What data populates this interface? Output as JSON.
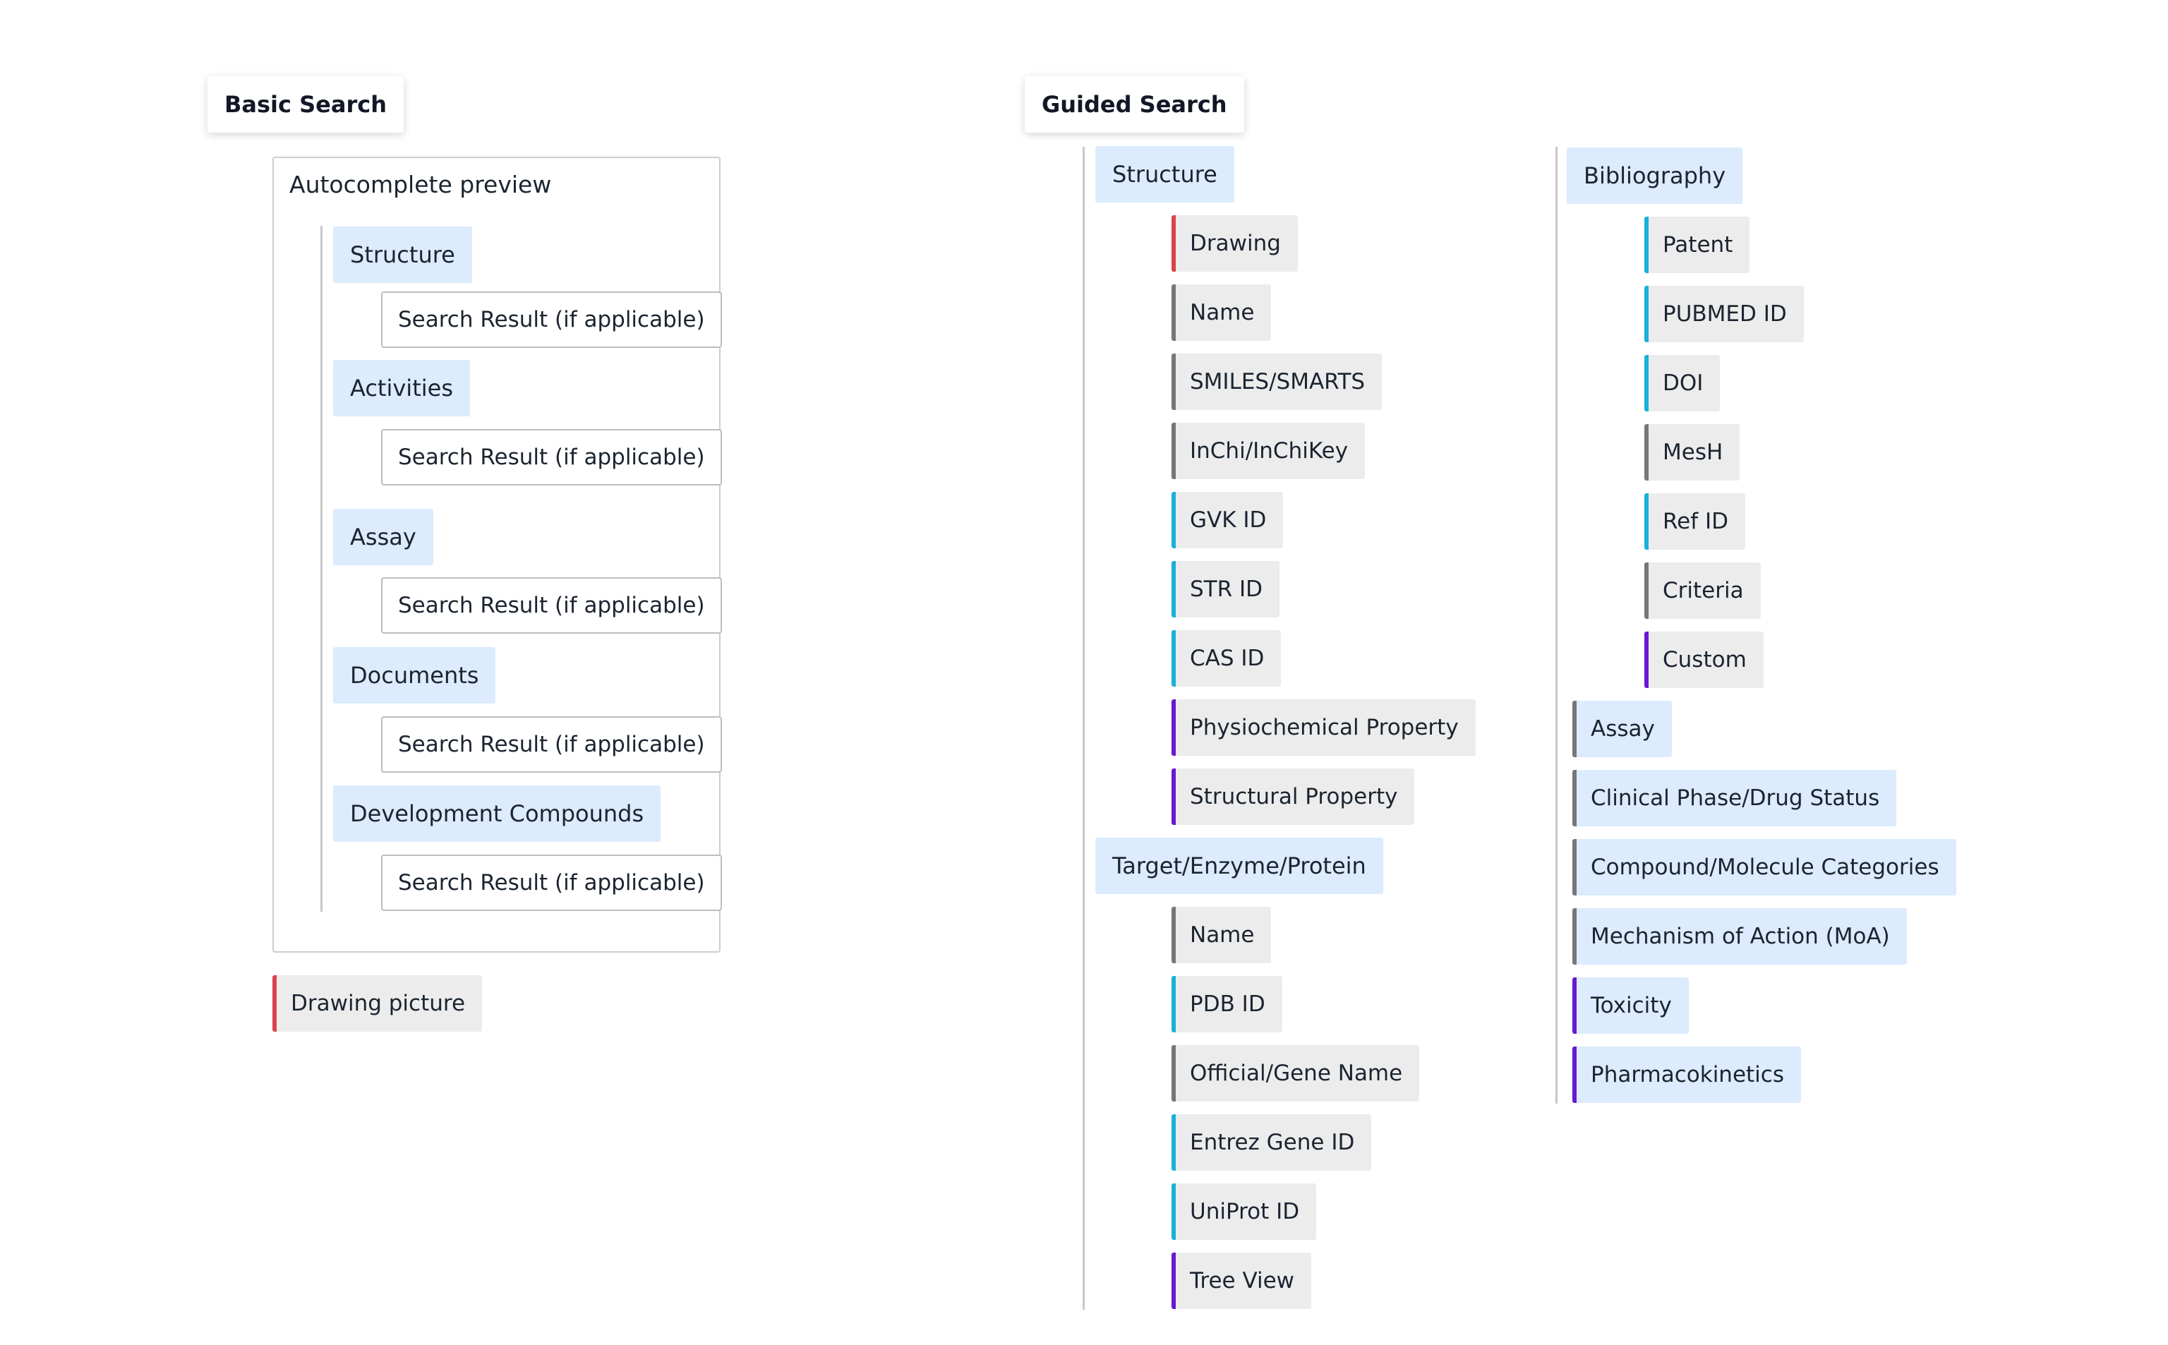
{
  "basic": {
    "title": "Basic Search",
    "panel_title": "Autocomplete preview",
    "categories": [
      "Structure",
      "Activities",
      "Assay",
      "Documents",
      "Development Compounds"
    ],
    "result_label": "Search Result (if applicable)",
    "drawing": "Drawing picture"
  },
  "guided": {
    "title": "Guided Search",
    "structure": {
      "label": "Structure",
      "items": [
        "Drawing",
        "Name",
        "SMILES/SMARTS",
        "InChi/InChiKey",
        "GVK ID",
        "STR ID",
        "CAS ID",
        "Physiochemical Property",
        "Structural Property"
      ]
    },
    "target": {
      "label": "Target/Enzyme/Protein",
      "items": [
        "Name",
        "PDB ID",
        "Official/Gene Name",
        "Entrez Gene ID",
        "UniProt ID",
        "Tree View"
      ]
    },
    "bibliography": {
      "label": "Bibliography",
      "items": [
        "Patent",
        "PUBMED ID",
        "DOI",
        "MesH",
        "Ref ID",
        "Criteria",
        "Custom"
      ]
    },
    "others": [
      "Assay",
      "Clinical Phase/Drug Status",
      "Compound/Molecule Categories",
      "Mechanism of Action (MoA)",
      "Toxicity",
      "Pharmacokinetics"
    ]
  },
  "colors": {
    "category_bg": "#dcebfd",
    "item_bg": "#ececec",
    "drawing_accent": "#d9434c",
    "text_accent": "#777777",
    "id_accent": "#19b1d9",
    "property_accent": "#6a18d1"
  }
}
